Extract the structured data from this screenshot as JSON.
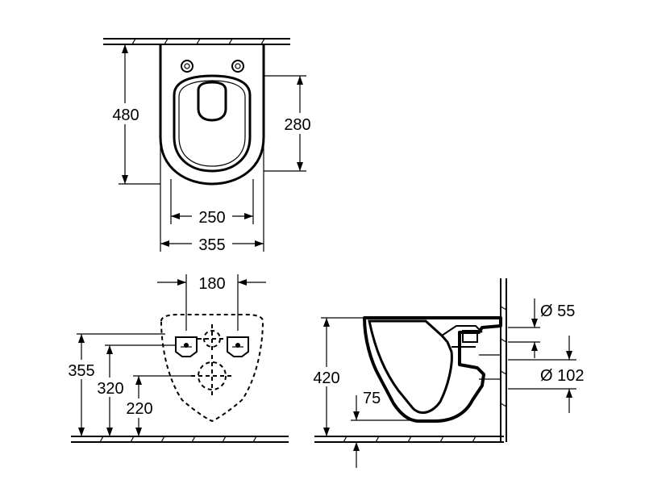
{
  "top_view": {
    "dim_overall_depth": "480",
    "dim_seat_depth": "280",
    "dim_bowl_width": "250",
    "dim_overall_width": "355"
  },
  "front_view": {
    "dim_bolt_spacing": "180",
    "dim_height_top": "355",
    "dim_height_bolts": "320",
    "dim_height_outlet": "220"
  },
  "side_view": {
    "dim_height": "420",
    "dim_offset": "75",
    "dim_inlet_diameter": "Ø 55",
    "dim_outlet_diameter": "Ø 102"
  }
}
